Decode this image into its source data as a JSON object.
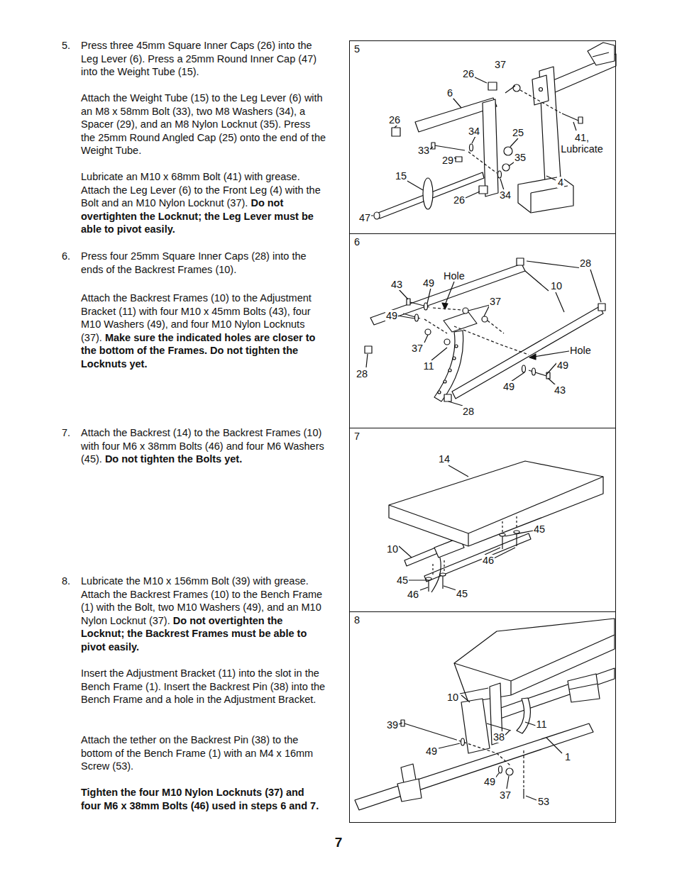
{
  "diagram": {
    "nodes": [
      {
        "text": [
          "5"
        ]
      },
      {
        "text": [
          "6"
        ]
      },
      {
        "text": [
          "7"
        ]
      },
      {
        "text": [
          "8"
        ]
      }
    ],
    "labels": [
      "5.",
      "Press three 45mm Square Inner Caps (26) into the Leg Lever (6). Press a 25mm Round Inner Cap (47) into the Weight Tube (15).",
      "Attach the Weight Tube (15) to the Leg Lever (6) with an M8 x 58mm Bolt (33), two M8 Washers (34), a Spacer (29), and an M8 Nylon Locknut (35). Press the 25mm Round Angled Cap (25) onto the end of the Weight Tube.",
      "Lubricate an M10 x 68mm Bolt (41) with grease. Attach the Leg Lever (6) to the Front Leg (4) with the Bolt and an M10 Nylon Locknut (37).",
      "Do not overtighten the Locknut; the Leg Lever must be able to pivot easily.",
      "6.",
      "Press four 25mm Square Inner Caps (28) into the ends of the Backrest Frames (10).",
      "Attach the Backrest Frames (10) to the Adjustment Bracket (11) with four M10 x 45mm Bolts (43), four M10 Washers (49), and four M10 Nylon Locknuts (37).",
      "Make sure the indicated holes are closer to the bottom of the Frames. Do not tighten the Locknuts yet.",
      "7.",
      "Attach the Backrest (14) to the Backrest Frames (10) with four M6 x 38mm Bolts (46) and four M6 Washers (45).",
      "Do not tighten the Bolts yet.",
      "8.",
      "Lubricate the M10 x 156mm Bolt (39) with grease. Attach the Backrest Frames (10) to the Bench Frame (1) with the Bolt, two M10 Washers (49), and an M10 Nylon Locknut (37).",
      "Do not overtighten the Locknut; the Backrest Frames must be able to pivot easily.",
      "Insert the Adjustment Bracket (11) into the slot in the Bench Frame (1). Insert the Backrest Pin (38) into the Bench Frame and a hole in the Adjustment Bracket.",
      "Attach the tether on the Backrest Pin (38) to the bottom of the Bench Frame (1) with an M4 x 16mm Screw (53).",
      "Tighten the four M10 Nylon Locknuts (37) and four M6 x 38mm Bolts (46) used in steps 6 and 7.",
      "37",
      "26",
      "6",
      "26",
      "34",
      "25",
      "41,",
      "Lubricate",
      "33",
      "29",
      "35",
      "15",
      "4",
      "26",
      "34",
      "47",
      "28",
      "Hole",
      "43",
      "49",
      "10",
      "37",
      "49",
      "37",
      "Hole",
      "49",
      "11",
      "28",
      "49",
      "43",
      "28",
      "14",
      "45",
      "10",
      "46",
      "45",
      "46",
      "45",
      "10",
      "39",
      "11",
      "38",
      "49",
      "1",
      "49",
      "37",
      "53",
      "7"
    ]
  }
}
